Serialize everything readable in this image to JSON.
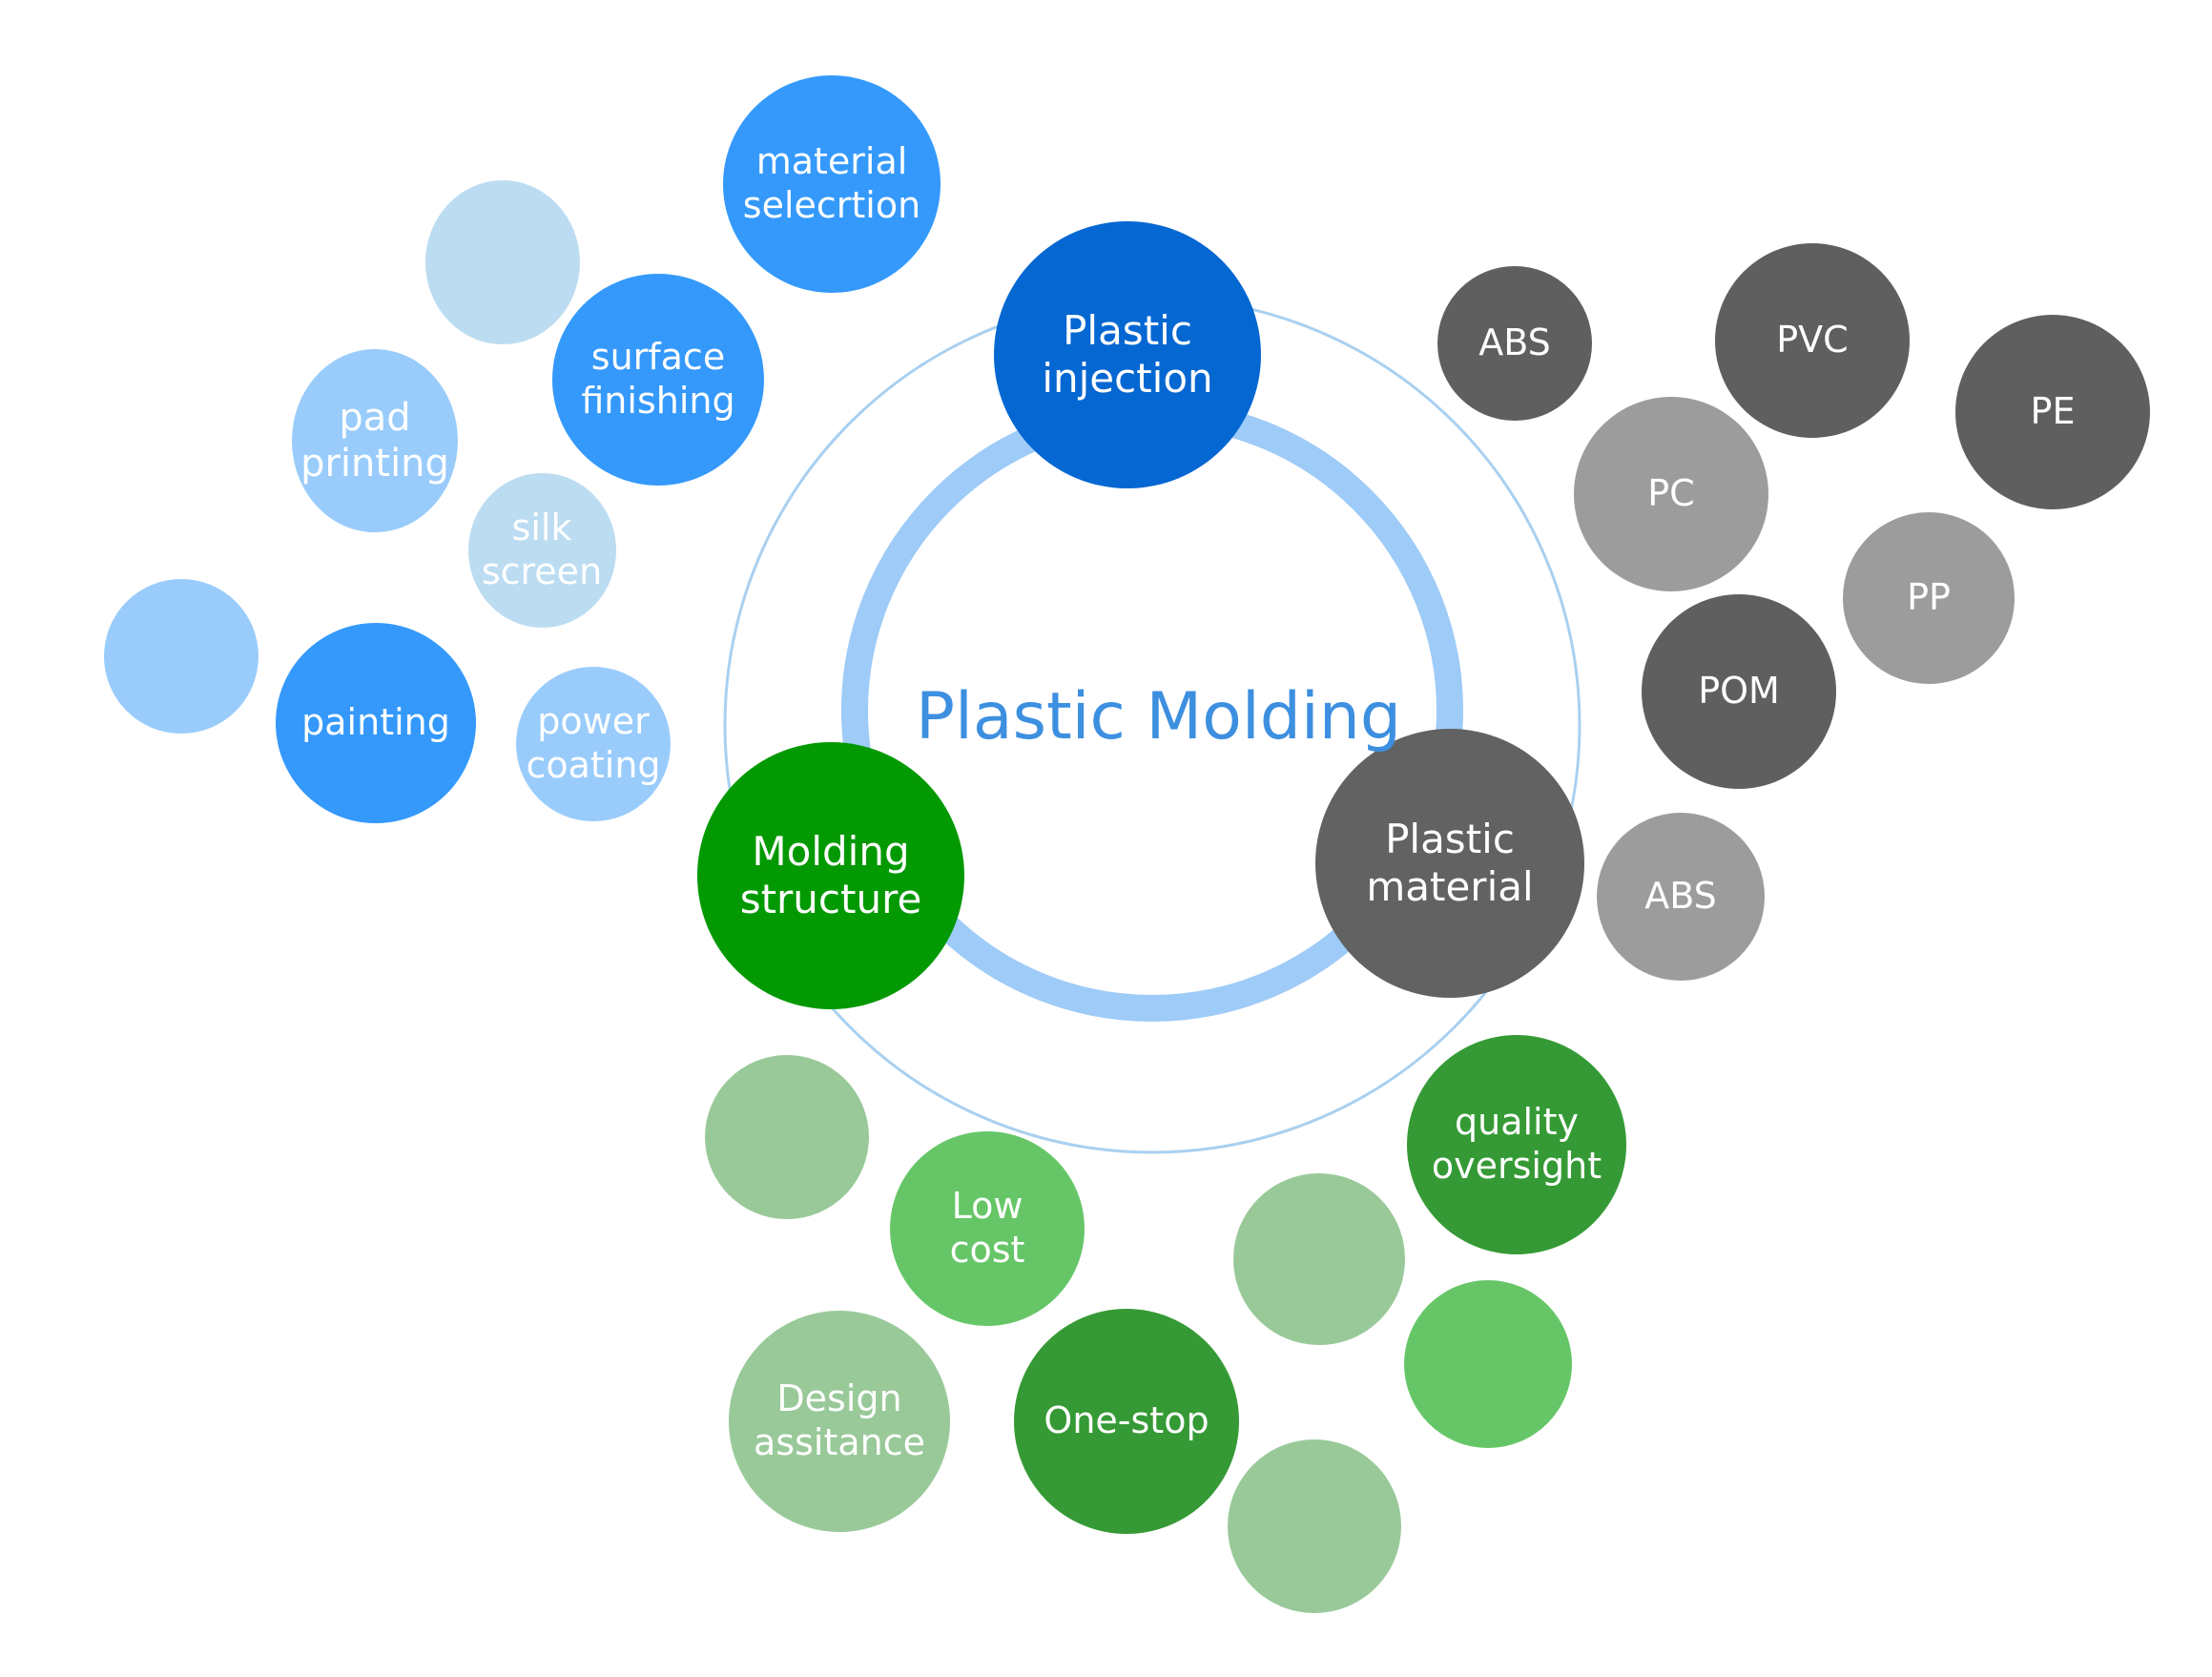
{
  "title": "Plastic Molding",
  "colors": {
    "title": "#3d8fe0",
    "outer_ring": "#a9d0f0",
    "inner_ring": "#9ecbf7",
    "blue_main": "#0567d1",
    "blue_mid": "#3499fb",
    "blue_light": "#99ccfb",
    "blue_pale": "#bcdcf1",
    "green_main": "#039903",
    "green_dark": "#359a35",
    "green_mid": "#66c667",
    "green_pale": "#99c999",
    "gray_main": "#626262",
    "gray_dark": "#5f5f5f",
    "gray_light": "#9c9c9c"
  },
  "hubs": [
    {
      "id": "plastic-injection",
      "lines": [
        "Plastic",
        "injection"
      ],
      "color": "blue_main"
    },
    {
      "id": "molding-structure",
      "lines": [
        "Molding",
        "structure"
      ],
      "color": "green_main"
    },
    {
      "id": "plastic-material",
      "lines": [
        "Plastic",
        "material"
      ],
      "color": "gray_main"
    }
  ],
  "bubbles": [
    {
      "id": "material-selection",
      "lines": [
        "material",
        "selecrtion"
      ],
      "color": "blue_mid"
    },
    {
      "id": "blank-blue-1",
      "lines": [],
      "color": "blue_pale"
    },
    {
      "id": "surface-finishing",
      "lines": [
        "surface",
        "finishing"
      ],
      "color": "blue_mid"
    },
    {
      "id": "pad-printing",
      "lines": [
        "pad",
        "printing"
      ],
      "color": "blue_light"
    },
    {
      "id": "silk-screen",
      "lines": [
        "silk",
        "screen"
      ],
      "color": "blue_pale"
    },
    {
      "id": "blank-blue-2",
      "lines": [],
      "color": "blue_light"
    },
    {
      "id": "painting",
      "lines": [
        "painting"
      ],
      "color": "blue_mid"
    },
    {
      "id": "power-coating",
      "lines": [
        "power",
        "coating"
      ],
      "color": "blue_light"
    },
    {
      "id": "abs-top",
      "lines": [
        "ABS"
      ],
      "color": "gray_dark"
    },
    {
      "id": "pvc",
      "lines": [
        "PVC"
      ],
      "color": "gray_dark"
    },
    {
      "id": "pe",
      "lines": [
        "PE"
      ],
      "color": "gray_dark"
    },
    {
      "id": "pc",
      "lines": [
        "PC"
      ],
      "color": "gray_light"
    },
    {
      "id": "pp",
      "lines": [
        "PP"
      ],
      "color": "gray_light"
    },
    {
      "id": "pom",
      "lines": [
        "POM"
      ],
      "color": "gray_dark"
    },
    {
      "id": "abs-bottom",
      "lines": [
        "ABS"
      ],
      "color": "gray_light"
    },
    {
      "id": "blank-green-1",
      "lines": [],
      "color": "green_pale"
    },
    {
      "id": "low-cost",
      "lines": [
        "Low",
        "cost"
      ],
      "color": "green_mid"
    },
    {
      "id": "quality-oversight",
      "lines": [
        "quality",
        "oversight"
      ],
      "color": "green_dark"
    },
    {
      "id": "blank-green-2",
      "lines": [],
      "color": "green_pale"
    },
    {
      "id": "design-assitance",
      "lines": [
        "Design",
        "assitance"
      ],
      "color": "green_pale"
    },
    {
      "id": "one-stop",
      "lines": [
        "One-stop"
      ],
      "color": "green_dark"
    },
    {
      "id": "blank-green-3",
      "lines": [],
      "color": "green_mid"
    },
    {
      "id": "blank-green-4",
      "lines": [],
      "color": "green_pale"
    }
  ]
}
